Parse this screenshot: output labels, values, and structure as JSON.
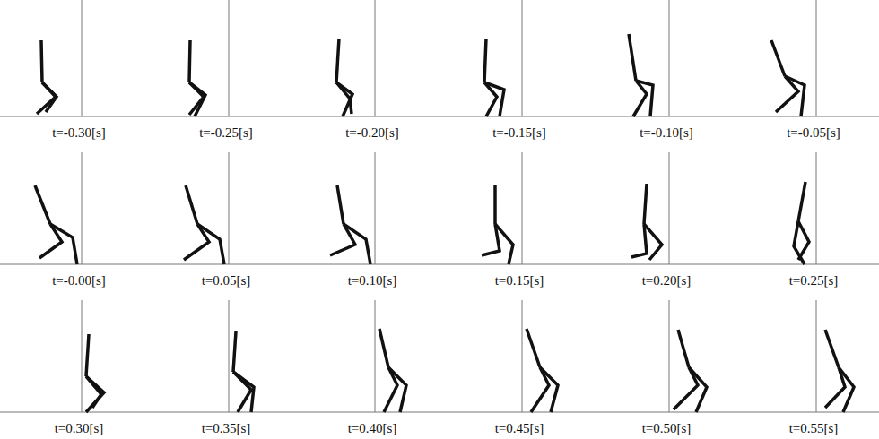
{
  "diagram": {
    "labels": [
      "t=-0.30[s]",
      "t=-0.25[s]",
      "t=-0.20[s]",
      "t=-0.15[s]",
      "t=-0.10[s]",
      "t=-0.05[s]",
      "t=-0.00[s]",
      "t=0.05[s]",
      "t=0.10[s]",
      "t=0.15[s]",
      "t=0.20[s]",
      "t=0.25[s]",
      "t=0.30[s]",
      "t=0.35[s]",
      "t=0.40[s]",
      "t=0.45[s]",
      "t=0.50[s]",
      "t=0.55[s]"
    ]
  }
}
